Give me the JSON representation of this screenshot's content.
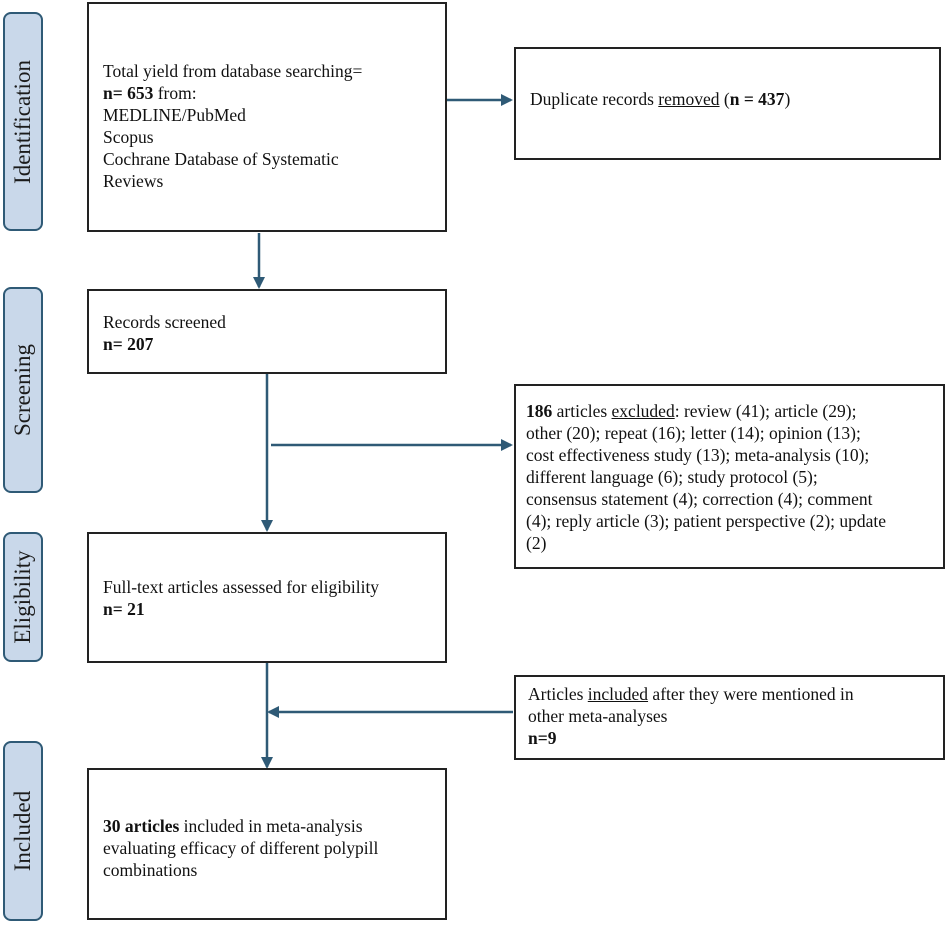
{
  "phases": {
    "identification": "Identification",
    "screening": "Screening",
    "eligibility": "Eligibility",
    "included": "Included"
  },
  "boxes": {
    "database_search": {
      "line1": "Total yield from database searching=",
      "count": "n= 653",
      "count_suffix": " from:",
      "sources": [
        "MEDLINE/PubMed",
        "Scopus",
        "Cochrane Database of Systematic",
        "Reviews"
      ]
    },
    "duplicates": {
      "prefix": "Duplicate records ",
      "underlined": "removed",
      "middle": " (",
      "count": "n = 437",
      "suffix": ")"
    },
    "screened": {
      "label": "Records screened",
      "count": "n= 207"
    },
    "excluded": {
      "count": "186",
      "word": " articles ",
      "underlined": "excluded",
      "line1_rest": ": review (41); article (29);",
      "lines": [
        "other (20); repeat (16); letter (14); opinion (13);",
        "cost effectiveness study (13); meta-analysis (10);",
        "different language (6); study protocol (5);",
        "consensus statement (4); correction (4); comment",
        "(4); reply article (3); patient perspective (2); update",
        "(2)"
      ]
    },
    "eligibility": {
      "label": "Full-text articles assessed for eligibility",
      "count": "n= 21"
    },
    "added": {
      "prefix": "Articles ",
      "underlined": "included",
      "line1_rest": " after they were mentioned in",
      "line2": "other meta-analyses",
      "count": "n=9"
    },
    "included": {
      "bold": "30 articles",
      "line1_rest": " included in meta-analysis",
      "line2": "evaluating efficacy of different polypill",
      "line3": "combinations"
    }
  },
  "colors": {
    "arrow": "#2f5a76",
    "phase_fill": "#c9d8ea",
    "phase_border": "#2f5a76",
    "box_border": "#222222"
  }
}
